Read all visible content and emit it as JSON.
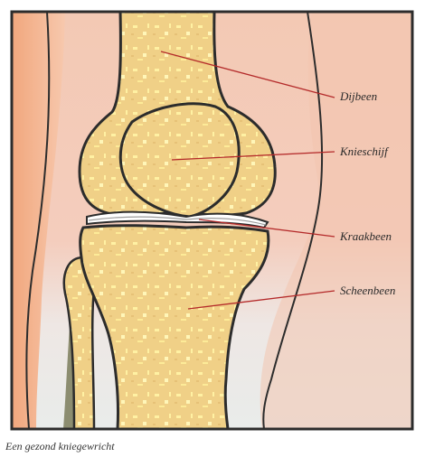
{
  "labels": {
    "femur": "Dijbeen",
    "patella": "Knieschijf",
    "cartilage": "Kraakbeen",
    "tibia": "Scheenbeen"
  },
  "caption": "Een gezond kniegewricht",
  "colors": {
    "bone": "#f2d48a",
    "bone_speckle": "#fff3a8",
    "skin_left": "#f4c0a5",
    "skin_right": "#f6c8b0",
    "skin_bottom": "#ebeeea",
    "outline": "#2c2c2c",
    "leader_line": "#b42a2a",
    "cartilage": "#ffffff",
    "shadow": "#7b7d5a"
  }
}
